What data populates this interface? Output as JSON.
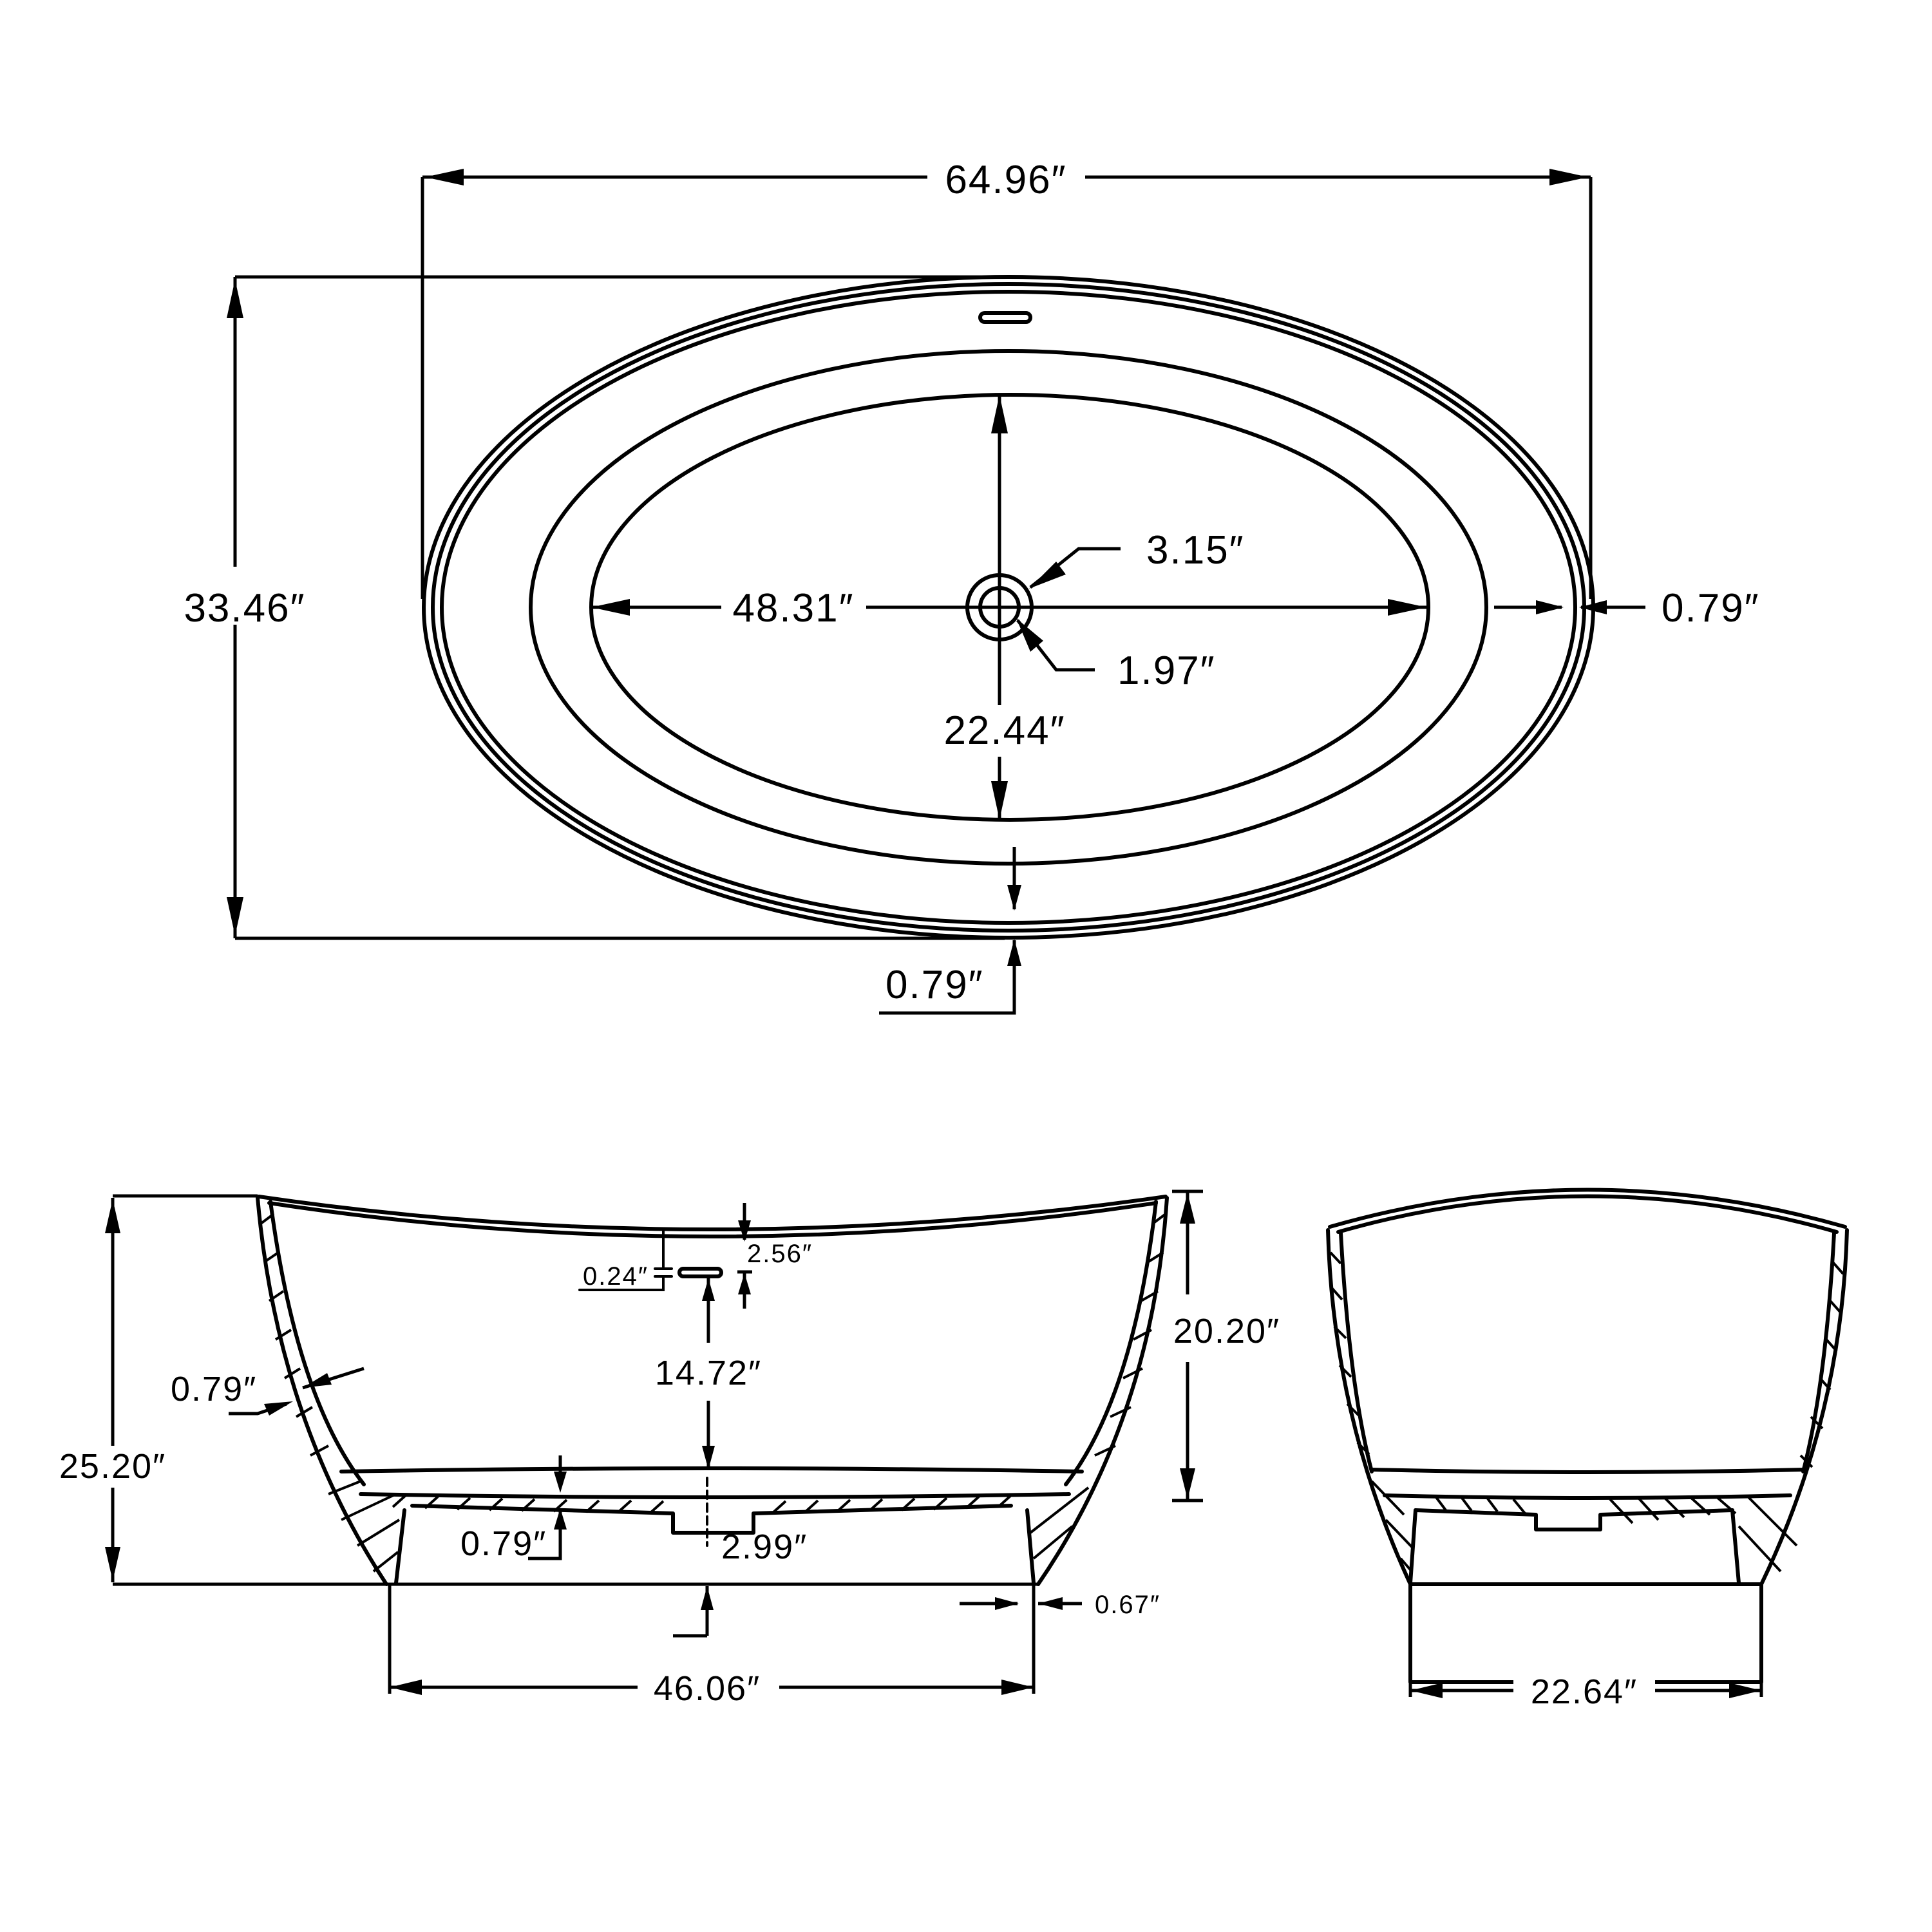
{
  "drawing": {
    "views": [
      "plan-view",
      "side-section-view",
      "end-section-view"
    ],
    "colors": {
      "line": "#000000",
      "background": "#ffffff"
    }
  },
  "plan_view": {
    "overall_length": "64.96″",
    "overall_width": "33.46″",
    "interior_length": "48.31″",
    "interior_width": "22.44″",
    "drain_outer_diameter": "3.15″",
    "drain_inner_diameter": "1.97″",
    "rim_thickness_side": "0.79″",
    "rim_thickness_front": "0.79″"
  },
  "side_view": {
    "overall_height": "25.20″",
    "interior_depth": "20.20″",
    "wall_thickness": "0.79″",
    "overflow_to_rim": "2.56″",
    "overflow_slot_height": "0.24″",
    "overflow_to_floor": "14.72″",
    "floor_thickness": "0.79″",
    "drain_height": "2.99″",
    "base_wall": "0.67″",
    "base_length": "46.06″"
  },
  "end_view": {
    "base_width": "22.64″"
  }
}
